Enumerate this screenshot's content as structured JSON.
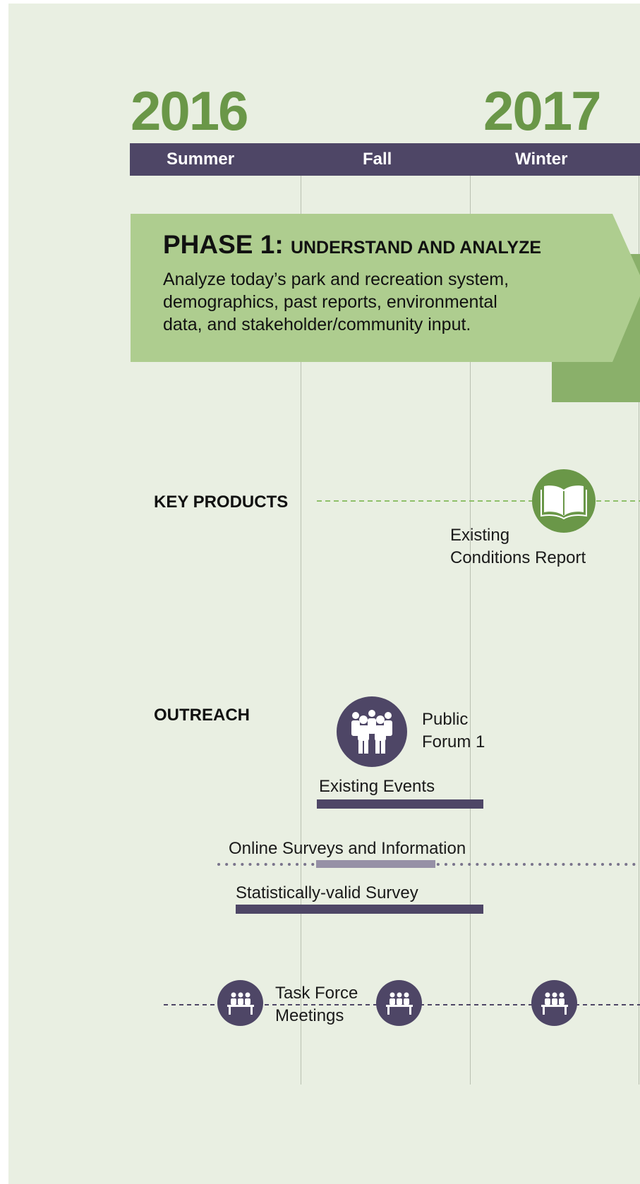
{
  "years": [
    "2016",
    "2017"
  ],
  "seasons": [
    "Summer",
    "Fall",
    "Winter"
  ],
  "phase": {
    "title_prefix": "PHASE 1:",
    "title_suffix": "UNDERSTAND AND ANALYZE",
    "description_lines": [
      "Analyze today’s park and recreation system,",
      "demographics, past reports, environmental",
      "data, and stakeholder/community input."
    ]
  },
  "key_products": {
    "label": "KEY PRODUCTS",
    "items": [
      {
        "lines": [
          "Existing",
          "Conditions Report"
        ],
        "icon": "book-icon"
      }
    ]
  },
  "outreach": {
    "label": "OUTREACH",
    "forum": {
      "lines": [
        "Public",
        "Forum 1"
      ],
      "icon": "people-group-icon"
    },
    "existing_events": "Existing Events",
    "online_surveys": "Online Surveys and Information",
    "statistical_survey": "Statistically-valid Survey",
    "task_force": {
      "lines": [
        "Task Force",
        "Meetings"
      ],
      "icon": "meeting-table-icon"
    }
  },
  "colors": {
    "panel_bg": "#e9efe2",
    "year_green": "#6a9748",
    "season_bar": "#4e4666",
    "phase_green": "#aecd8f",
    "phase_dark_green": "#8ab06a",
    "purple": "#4e4666",
    "dashed_green": "#8fc06a"
  }
}
